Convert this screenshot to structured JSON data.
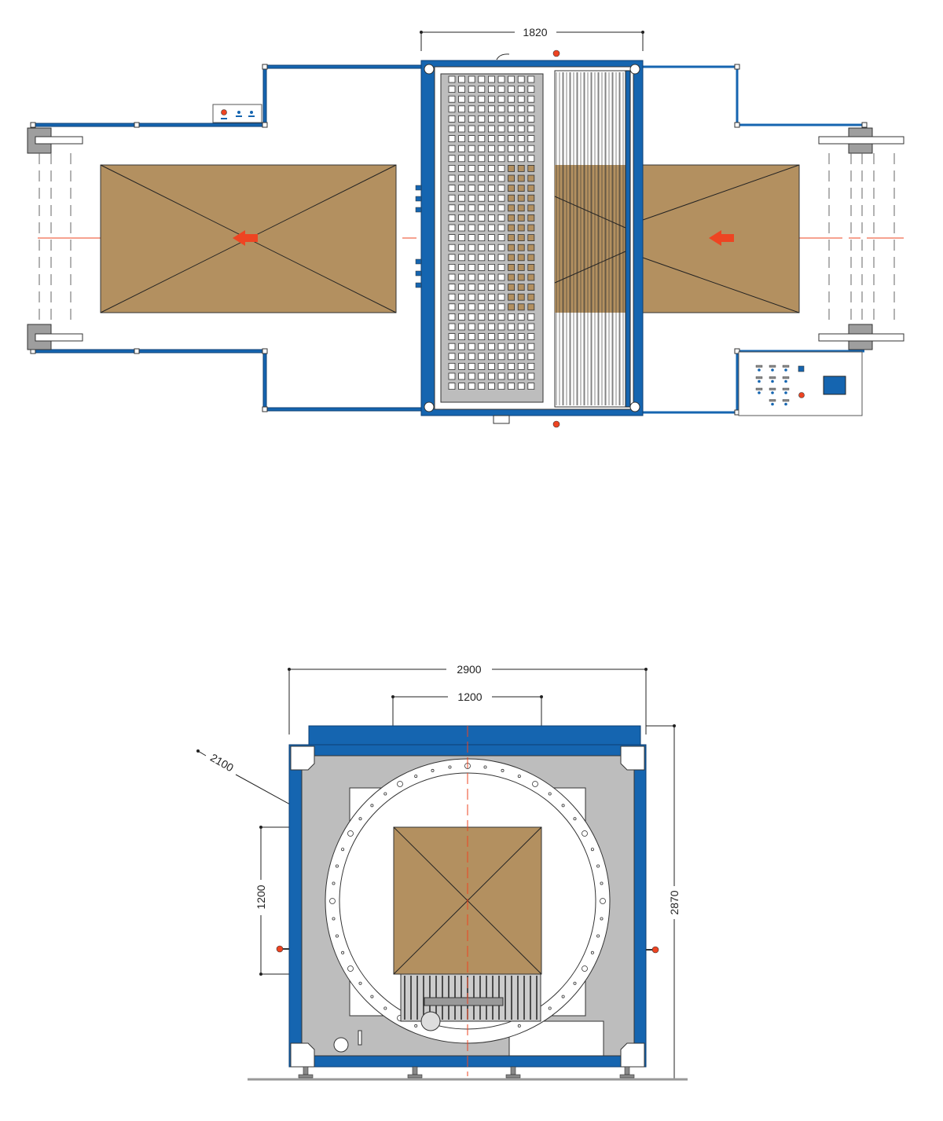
{
  "top_view": {
    "width_dimension": "1820"
  },
  "front_view": {
    "overall_width_dimension": "2900",
    "opening_width_dimension": "1200",
    "opening_height_dimension": "1200",
    "overall_height_dimension": "2870",
    "ring_diameter_dimension": "2100"
  },
  "colors": {
    "frame_blue": "#1565b0",
    "package_brown": "#b39060",
    "arrow_red": "#ee4422",
    "panel_gray": "#bdbdbd"
  }
}
